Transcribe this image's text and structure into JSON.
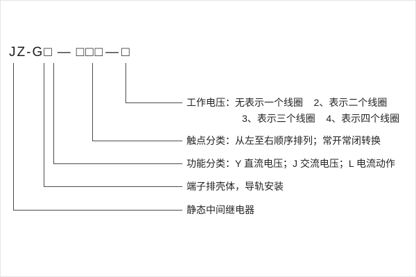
{
  "model": {
    "series": "JZ",
    "dash1": "-",
    "case_code": "G",
    "function_box": "□",
    "dash2": "—",
    "contact_boxes": "□□□",
    "dash3": "—",
    "voltage_box": "□"
  },
  "callouts": {
    "working_voltage_line1": "工作电压：无表示一个线圈    2、表示二个线圈",
    "working_voltage_line2": "3、表示三个线圈    4、表示四个线圈",
    "contact_class": "触点分类：从左至右顺序排列；常开常闭转换",
    "function_class": "功能分类：Y 直流电压；J 交流电压；L 电流动作",
    "terminal_case": "端子排壳体，导轨安装",
    "relay_type": "静态中间继电器"
  }
}
